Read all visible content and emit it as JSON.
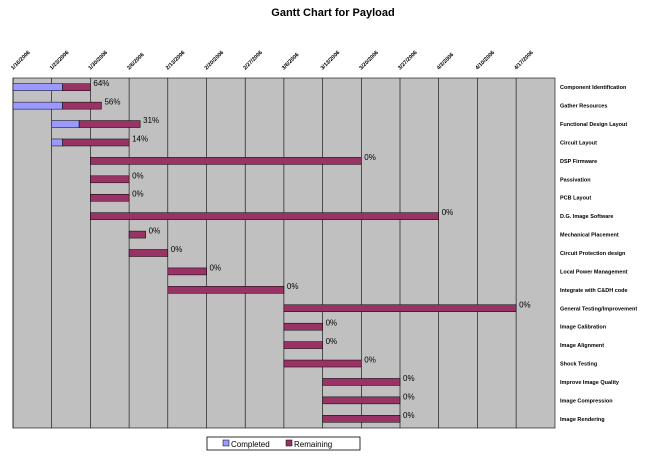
{
  "chart_data": {
    "type": "bar",
    "title": "Gantt Chart for Payload",
    "x_ticks": [
      "1/16/2006",
      "1/23/2006",
      "1/30/2006",
      "2/6/2006",
      "2/13/2006",
      "2/20/2006",
      "2/27/2006",
      "3/6/2006",
      "3/13/2006",
      "3/20/2006",
      "3/27/2006",
      "4/3/2006",
      "4/10/2006",
      "4/17/2006"
    ],
    "legend": {
      "position": "bottom-center",
      "entries": [
        "Completed",
        "Remaining"
      ]
    },
    "colors": {
      "completed": "#9999ff",
      "remaining": "#993366",
      "plot_bg": "#c0c0c0",
      "grid": "#000000"
    },
    "grid": true,
    "tasks": [
      {
        "name": "Component Identification",
        "start": "1/16/2006",
        "duration_days": 14,
        "percent": 64,
        "label": "64%"
      },
      {
        "name": "Gather Resources",
        "start": "1/16/2006",
        "duration_days": 16,
        "percent": 56,
        "label": "56%"
      },
      {
        "name": "Functional Design Layout",
        "start": "1/23/2006",
        "duration_days": 16,
        "percent": 31,
        "label": "31%"
      },
      {
        "name": "Circuit Layout",
        "start": "1/23/2006",
        "duration_days": 14,
        "percent": 14,
        "label": "14%"
      },
      {
        "name": "DSP Firmware",
        "start": "1/30/2006",
        "duration_days": 49,
        "percent": 0,
        "label": "0%"
      },
      {
        "name": "Passivation",
        "start": "1/30/2006",
        "duration_days": 7,
        "percent": 0,
        "label": "0%"
      },
      {
        "name": "PCB Layout",
        "start": "1/30/2006",
        "duration_days": 7,
        "percent": 0,
        "label": "0%"
      },
      {
        "name": "D.G. Image Software",
        "start": "1/30/2006",
        "duration_days": 63,
        "percent": 0,
        "label": "0%"
      },
      {
        "name": "Mechanical Placement",
        "start": "2/6/2006",
        "duration_days": 3,
        "percent": 0,
        "label": "0%"
      },
      {
        "name": "Circuit Protection design",
        "start": "2/6/2006",
        "duration_days": 7,
        "percent": 0,
        "label": "0%"
      },
      {
        "name": "Local Power Management",
        "start": "2/13/2006",
        "duration_days": 7,
        "percent": 0,
        "label": "0%"
      },
      {
        "name": "Integrate with C&DH code",
        "start": "2/13/2006",
        "duration_days": 21,
        "percent": 0,
        "label": "0%"
      },
      {
        "name": "General Testing/Improvement",
        "start": "3/6/2006",
        "duration_days": 42,
        "percent": 0,
        "label": "0%"
      },
      {
        "name": "Image Calibration",
        "start": "3/6/2006",
        "duration_days": 7,
        "percent": 0,
        "label": "0%"
      },
      {
        "name": "Image Alignment",
        "start": "3/6/2006",
        "duration_days": 7,
        "percent": 0,
        "label": "0%"
      },
      {
        "name": "Shock Testing",
        "start": "3/6/2006",
        "duration_days": 14,
        "percent": 0,
        "label": "0%"
      },
      {
        "name": "Improve Image Quality",
        "start": "3/13/2006",
        "duration_days": 14,
        "percent": 0,
        "label": "0%"
      },
      {
        "name": "Image Compression",
        "start": "3/13/2006",
        "duration_days": 14,
        "percent": 0,
        "label": "0%"
      },
      {
        "name": "Image Rendering",
        "start": "3/13/2006",
        "duration_days": 14,
        "percent": 0,
        "label": "0%"
      }
    ]
  }
}
